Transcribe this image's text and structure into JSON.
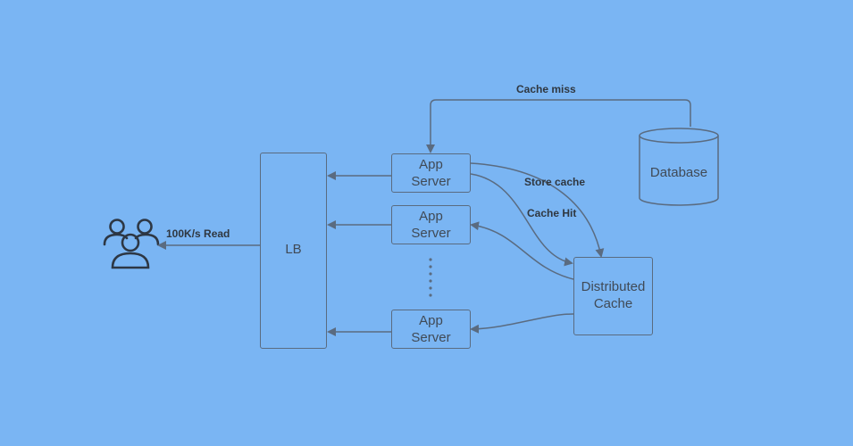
{
  "diagram": {
    "nodes": {
      "lb": "LB",
      "app_server_1": [
        "App",
        "Server"
      ],
      "app_server_2": [
        "App",
        "Server"
      ],
      "app_server_3": [
        "App",
        "Server"
      ],
      "distributed_cache": [
        "Distributed",
        "Cache"
      ],
      "database": "Database"
    },
    "edge_labels": {
      "read": "100K/s Read",
      "cache_miss": "Cache miss",
      "store_cache": "Store cache",
      "cache_hit": "Cache Hit"
    },
    "icons": {
      "users": "users-group-icon"
    },
    "colors": {
      "background": "#7ab5f3",
      "stroke": "#5a6b80",
      "text": "#404a56"
    }
  }
}
